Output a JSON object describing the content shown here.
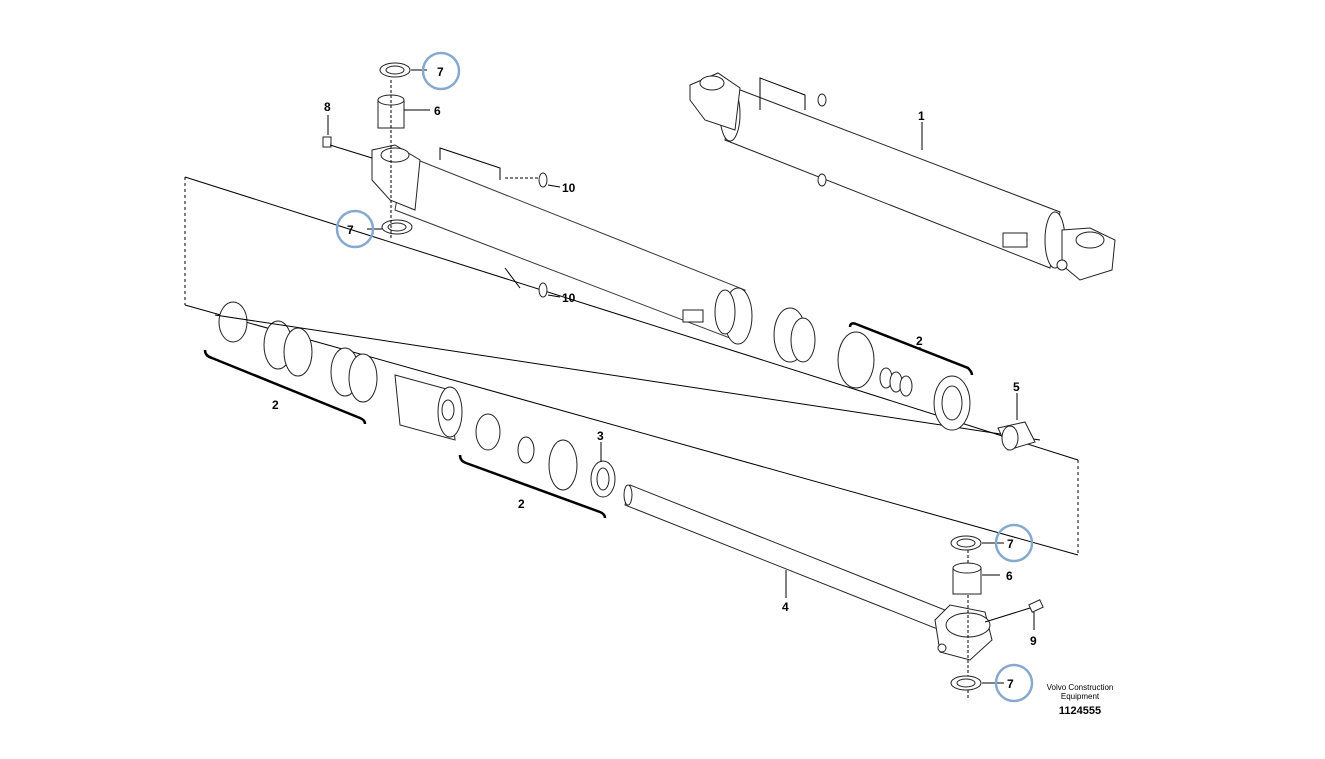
{
  "diagram": {
    "callouts": {
      "seal_top": "7",
      "bushing_top": "6",
      "grease_nipple_top": "8",
      "oring_upper": "10",
      "seal_top_lower": "7",
      "cylinder_assembly": "1",
      "seal_kit_right": "2",
      "seal_kit_left": "2",
      "seal_kit_middle": "2",
      "bushing_right": "5",
      "wiper": "3",
      "piston_rod": "4",
      "seal_bottom_upper": "7",
      "bushing_bottom": "6",
      "grease_nipple_bottom": "9",
      "seal_bottom_lower": "7",
      "oring_lower": "10"
    },
    "highlight_color": "#86a9cf",
    "brand": "Volvo Construction Equipment",
    "brand_line1": "Volvo Construction",
    "brand_line2": "Equipment",
    "drawing_number": "1124555"
  }
}
